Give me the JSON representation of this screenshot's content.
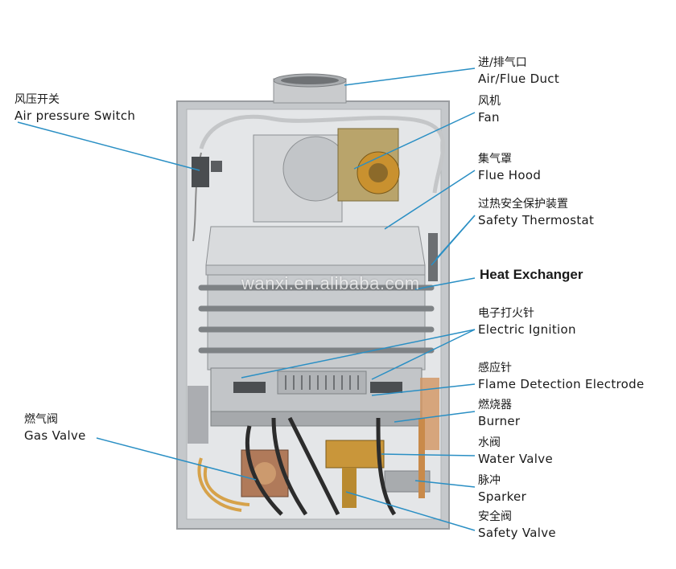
{
  "watermark": "wanxi.en.alibaba.com",
  "labels": {
    "air_flue_duct": {
      "zh": "进/排气口",
      "en": "Air/Flue Duct"
    },
    "air_pressure_switch": {
      "zh": "风压开关",
      "en": "Air pressure Switch"
    },
    "fan": {
      "zh": "风机",
      "en": "Fan"
    },
    "flue_hood": {
      "zh": "集气罩",
      "en": "Flue Hood"
    },
    "safety_thermostat": {
      "zh": "过热安全保护装置",
      "en": "Safety Thermostat"
    },
    "heat_exchanger": {
      "en": "Heat Exchanger"
    },
    "electric_ignition": {
      "zh": "电子打火针",
      "en": "Electric Ignition"
    },
    "flame_detection": {
      "zh": "感应针",
      "en": "Flame Detection Electrode"
    },
    "burner": {
      "zh": "燃烧器",
      "en": "Burner"
    },
    "gas_valve": {
      "zh": "燃气阀",
      "en": "Gas Valve"
    },
    "water_valve": {
      "zh": "水阀",
      "en": "Water Valve"
    },
    "sparker": {
      "zh": "脉冲",
      "en": "Sparker"
    },
    "safety_valve": {
      "zh": "安全阀",
      "en": "Safety Valve"
    }
  },
  "colors": {
    "leader_line": "#2a8fc4",
    "casing": "#b9bcbf",
    "panel": "#dfe1e3"
  }
}
